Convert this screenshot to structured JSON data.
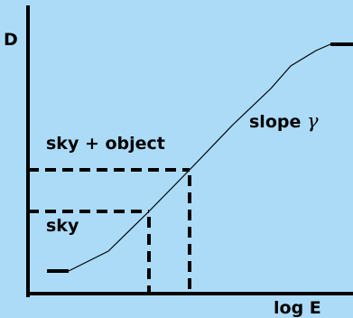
{
  "colors": {
    "background": "#abdbf7",
    "ink": "#000000"
  },
  "labels": {
    "y_axis": "D",
    "x_axis": "log E",
    "slope_text": "slope ",
    "slope_symbol": "γ",
    "sky_plus_object": "sky + object",
    "sky": "sky"
  }
}
